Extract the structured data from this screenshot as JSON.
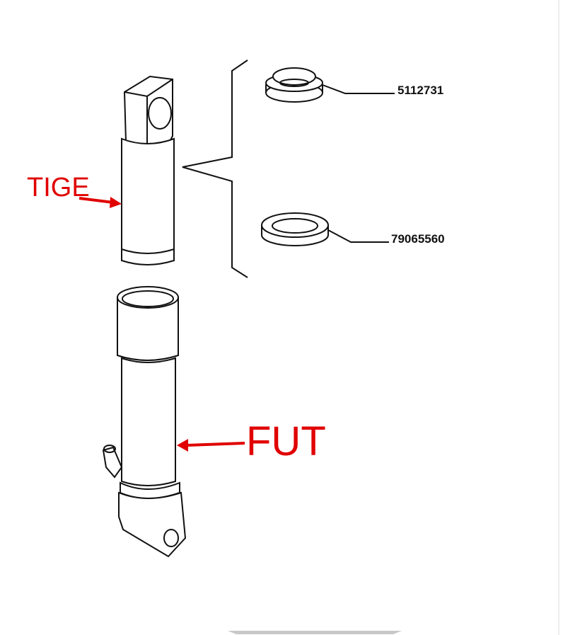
{
  "labels": {
    "rod": "TIGE",
    "body": "FUT"
  },
  "parts": [
    {
      "number": "5112731"
    },
    {
      "number": "79065560"
    }
  ],
  "colors": {
    "annotation": "#e00000",
    "line": "#111111"
  }
}
